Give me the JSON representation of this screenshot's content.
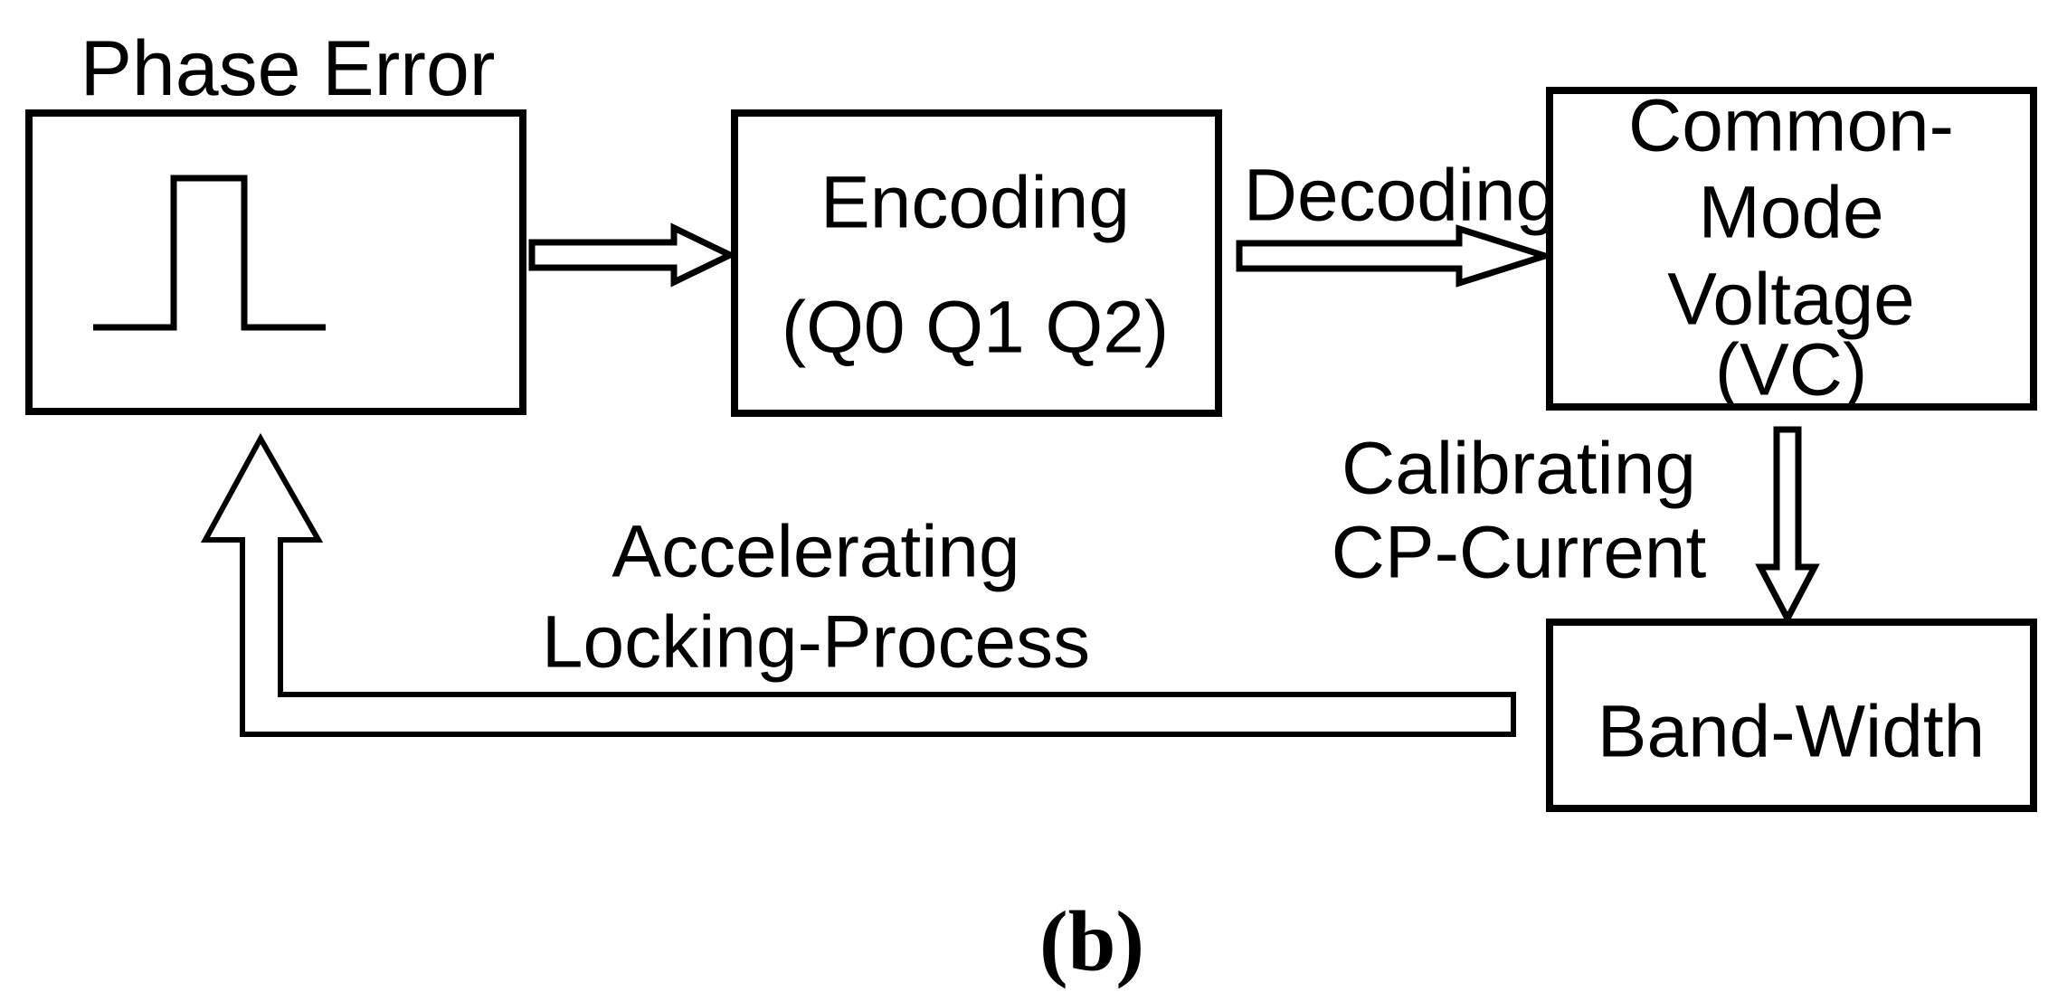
{
  "figure": {
    "caption": "(b)",
    "colors": {
      "ink": "#000000",
      "paper": "#ffffff"
    },
    "phase_error": {
      "title": "Phase Error"
    },
    "encoding": {
      "line1": "Encoding",
      "line2": "(Q0 Q1 Q2)"
    },
    "common_mode": {
      "line1": "Common-",
      "line2": "Mode",
      "line3": "Voltage",
      "line4": "(VC)"
    },
    "band_width": {
      "label": "Band-Width"
    },
    "flow_labels": {
      "decoding": "Decoding",
      "calibrating_line1": "Calibrating",
      "calibrating_line2": "CP-Current",
      "accelerating_line1": "Accelerating",
      "accelerating_line2": "Locking-Process"
    }
  }
}
